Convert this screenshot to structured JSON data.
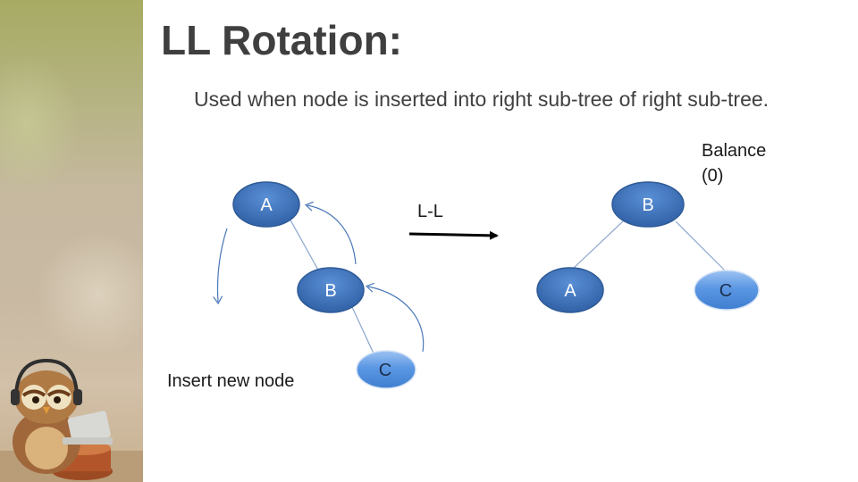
{
  "title": "LL Rotation:",
  "subtitle": "Used  when node is inserted into right sub-tree of right sub-tree.",
  "labels": {
    "balance_line1": "Balance",
    "balance_line2": "(0)",
    "rotation": "L-L",
    "insert_note": "Insert new node"
  },
  "before_tree": {
    "nodes": [
      "A",
      "B",
      "C"
    ]
  },
  "after_tree": {
    "root": "B",
    "left": "A",
    "right": "C"
  },
  "colors": {
    "node_fill": "#3b6fb6",
    "node_stroke": "#2e5a96",
    "edge": "#8aa5cc",
    "curve_arrow": "#4a78b8",
    "rotation_arrow": "#000000"
  }
}
